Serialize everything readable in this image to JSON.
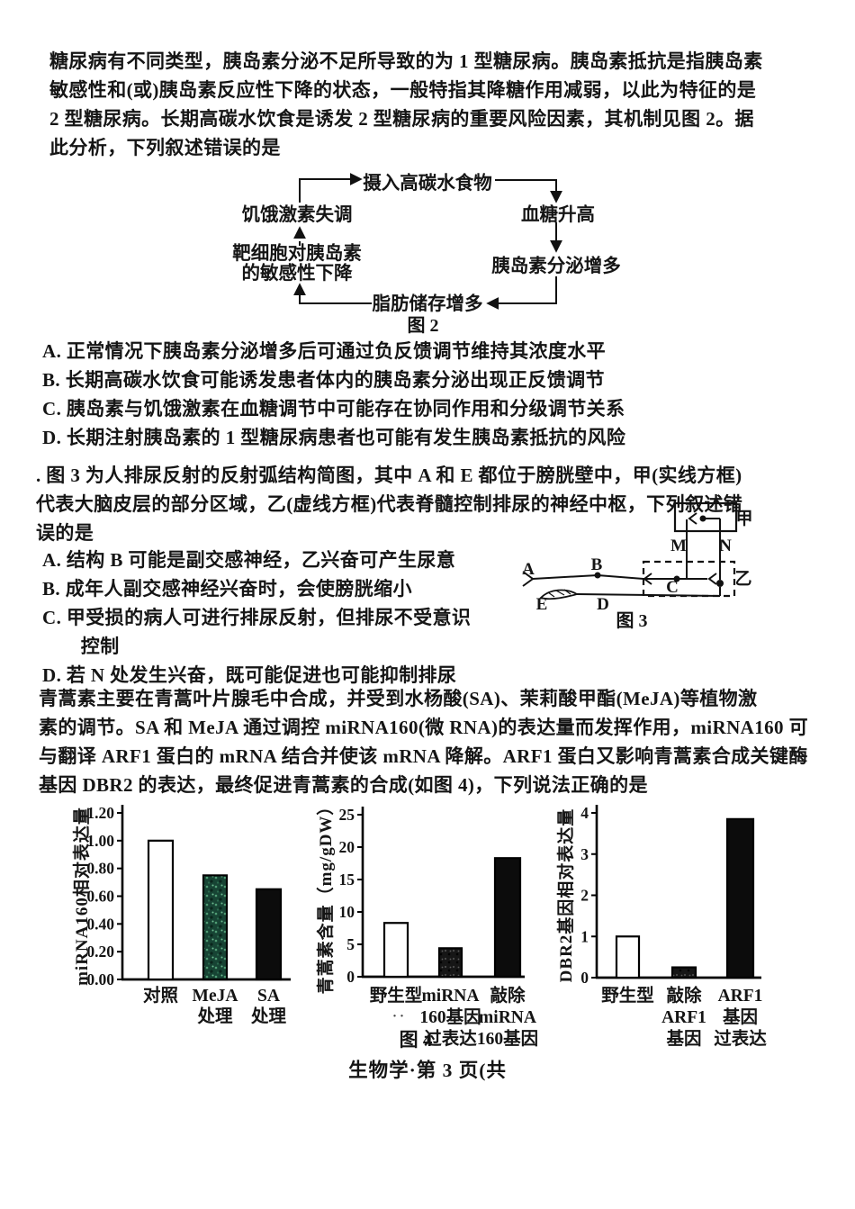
{
  "q1": {
    "stem": [
      "糖尿病有不同类型，胰岛素分泌不足所导致的为 1 型糖尿病。胰岛素抵抗是指胰岛素",
      "敏感性和(或)胰岛素反应性下降的状态，一般特指其降糖作用减弱，以此为特征的是",
      "2 型糖尿病。长期高碳水饮食是诱发 2 型糖尿病的重要风险因素，其机制见图 2。据",
      "此分析，下列叙述错误的是"
    ],
    "options": [
      "A. 正常情况下胰岛素分泌增多后可通过负反馈调节维持其浓度水平",
      "B. 长期高碳水饮食可能诱发患者体内的胰岛素分泌出现正反馈调节",
      "C. 胰岛素与饥饿激素在血糖调节中可能存在协同作用和分级调节关系",
      "D. 长期注射胰岛素的 1 型糖尿病患者也可能有发生胰岛素抵抗的风险"
    ]
  },
  "fig2": {
    "caption": "图 2",
    "nodes": {
      "intake": "摄入高碳水食物",
      "glucose": "血糖升高",
      "insulin": "胰岛素分泌增多",
      "fat": "脂肪储存增多",
      "target_line1": "靶细胞对胰岛素",
      "target_line2": "的敏感性下降",
      "hunger": "饥饿激素失调"
    }
  },
  "q2": {
    "stem": [
      ". 图 3 为人排尿反射的反射弧结构简图，其中 A 和 E 都位于膀胱壁中，甲(实线方框)",
      "代表大脑皮层的部分区域，乙(虚线方框)代表脊髓控制排尿的神经中枢，下列叙述错",
      "误的是"
    ],
    "options": [
      "A. 结构 B 可能是副交感神经，乙兴奋可产生尿意",
      "B. 成年人副交感神经兴奋时，会使膀胱缩小",
      "C. 甲受损的病人可进行排尿反射，但排尿不受意识\n　　控制",
      "D. 若 N 处发生兴奋，既可能促进也可能抑制排尿"
    ]
  },
  "fig3": {
    "caption": "图 3",
    "labels": {
      "a": "A",
      "b": "B",
      "c": "C",
      "d": "D",
      "e": "E",
      "m": "M",
      "n": "N",
      "jia": "甲",
      "yi": "乙"
    }
  },
  "q3": {
    "stem": [
      "青蒿素主要在青蒿叶片腺毛中合成，并受到水杨酸(SA)、茉莉酸甲酯(MeJA)等植物激",
      "素的调节。SA 和 MeJA 通过调控 miRNA160(微 RNA)的表达量而发挥作用，miRNA160 可",
      "与翻译 ARF1 蛋白的 mRNA 结合并使该 mRNA 降解。ARF1 蛋白又影响青蒿素合成关键酶",
      "基因 DBR2 的表达，最终促进青蒿素的合成(如图 4)，下列说法正确的是"
    ]
  },
  "fig4": {
    "caption": "图 4",
    "scan_dots": "··"
  },
  "chart_data": [
    {
      "type": "bar",
      "title": "",
      "xlabel": "",
      "ylabel": "miRNA160相对表达量",
      "categories": [
        "对照",
        "MeJA\n处理",
        "SA\n处理"
      ],
      "values": [
        1.0,
        0.75,
        0.65
      ],
      "ylim": [
        0,
        1.2
      ],
      "ytick_values": [
        0,
        0.2,
        0.4,
        0.6,
        0.8,
        1.0,
        1.2
      ],
      "ytick_labels": [
        "0.00",
        "0.20",
        "0.40",
        "0.60",
        "0.80",
        "1.00",
        "1.20"
      ],
      "bar_fills": [
        "white",
        "green-mottled",
        "black"
      ],
      "grid": false,
      "legend": false
    },
    {
      "type": "bar",
      "title": "",
      "xlabel": "",
      "ylabel": "青蒿素含量（mg/gDW）",
      "categories": [
        "野生型",
        "miRNA\n160基因\n过表达",
        "敲除\nmiRNA\n160基因"
      ],
      "values": [
        8.3,
        4.4,
        18.3
      ],
      "ylim": [
        0,
        25
      ],
      "ytick_values": [
        0,
        5,
        10,
        15,
        20,
        25
      ],
      "ytick_labels": [
        "0",
        "5",
        "10",
        "15",
        "20",
        "25"
      ],
      "bar_fills": [
        "white",
        "dark-mottled",
        "black"
      ],
      "grid": false,
      "legend": false
    },
    {
      "type": "bar",
      "title": "",
      "xlabel": "",
      "ylabel": "DBR2基因相对表达量",
      "categories": [
        "野生型",
        "敲除\nARF1\n基因",
        "ARF1\n基因\n过表达"
      ],
      "values": [
        1.0,
        0.25,
        3.85
      ],
      "ylim": [
        0,
        4
      ],
      "ytick_values": [
        0,
        1,
        2,
        3,
        4
      ],
      "ytick_labels": [
        "0",
        "1",
        "2",
        "3",
        "4"
      ],
      "bar_fills": [
        "white",
        "dark-mottled",
        "black"
      ],
      "grid": false,
      "legend": false
    }
  ],
  "footer": "生物学·第 3 页(共"
}
